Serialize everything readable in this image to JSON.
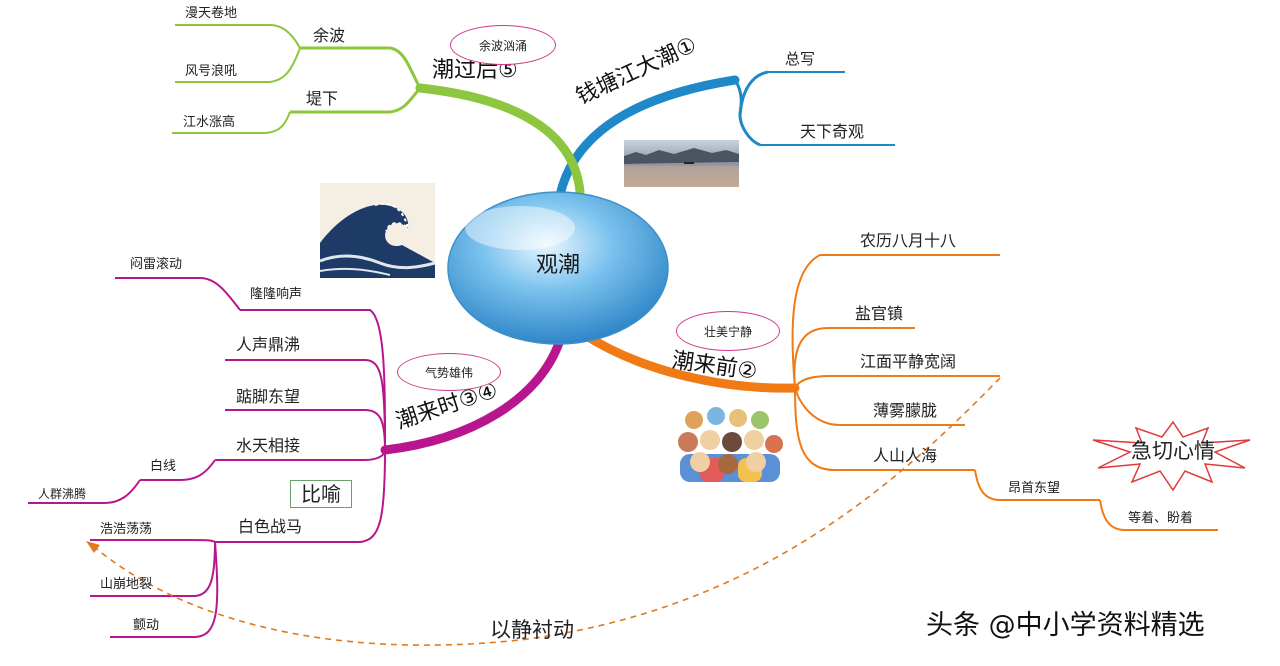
{
  "center": {
    "label": "观潮"
  },
  "branches": {
    "b1": {
      "label": "钱塘江大潮①",
      "children": [
        "总写",
        "天下奇观"
      ]
    },
    "b2": {
      "label": "潮来前②",
      "note": "壮美宁静",
      "children": [
        "农历八月十八",
        "盐官镇",
        "江面平静宽阔",
        "薄雾朦胧",
        "人山人海"
      ],
      "sub": {
        "label": "昂首东望",
        "leaf": "等着、盼着"
      },
      "emotion": "急切心情"
    },
    "b3": {
      "label": "潮来时③④",
      "note": "气势雄伟",
      "children": [
        "隆隆响声",
        "人声鼎沸",
        "踮脚东望",
        "水天相接",
        "白色战马"
      ],
      "sub_thunder": "闷雷滚动",
      "sub_line": {
        "label": "白线",
        "leaf": "人群沸腾"
      },
      "sub_horse": [
        "浩浩荡荡",
        "山崩地裂",
        "颤动"
      ],
      "figure": "比喻"
    },
    "b5": {
      "label": "潮过后⑤",
      "note": "余波汹涌",
      "children": [
        {
          "label": "余波",
          "leaves": [
            "漫天卷地",
            "风号浪吼"
          ]
        },
        {
          "label": "堤下",
          "leaves": [
            "江水涨高"
          ]
        }
      ]
    }
  },
  "contrast": "以静衬动",
  "watermark": "头条 @中小学资料精选",
  "colors": {
    "blue": "#1e88c9",
    "orange": "#f07a14",
    "magenta": "#b8168f",
    "green": "#8dc63f",
    "center_fill": "#6ab4e8"
  }
}
